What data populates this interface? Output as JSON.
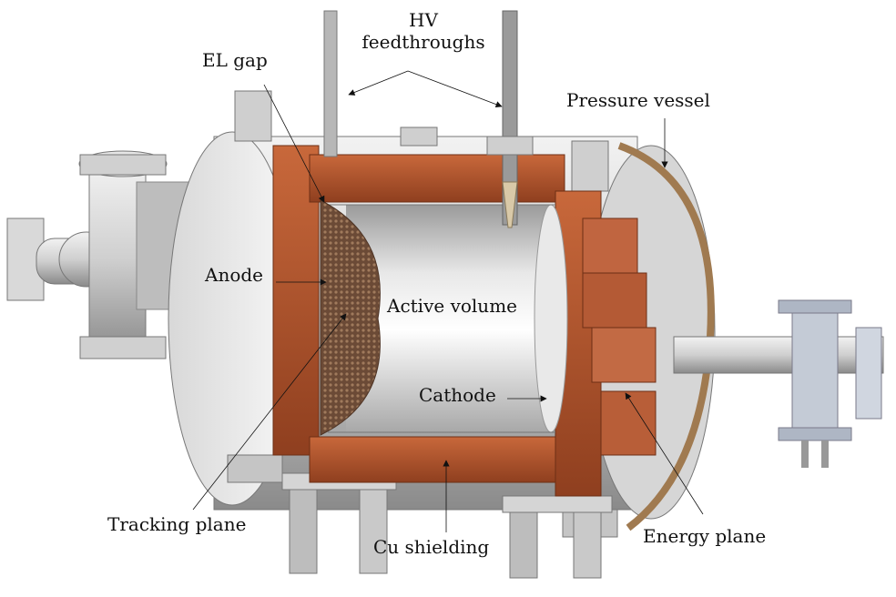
{
  "labels": {
    "hv_line1": "HV",
    "hv_line2": "feedthroughs",
    "el_gap": "EL gap",
    "pressure_vessel": "Pressure vessel",
    "anode": "Anode",
    "active_volume": "Active volume",
    "cathode": "Cathode",
    "tracking_plane": "Tracking plane",
    "cu_shielding": "Cu shielding",
    "energy_plane": "Energy plane"
  },
  "colors": {
    "copper": "#b65a33",
    "copper_dark": "#8f3f1f",
    "steel": "#c9c9c9",
    "steel_dark": "#8e8e8e",
    "annotation": "#111111"
  }
}
